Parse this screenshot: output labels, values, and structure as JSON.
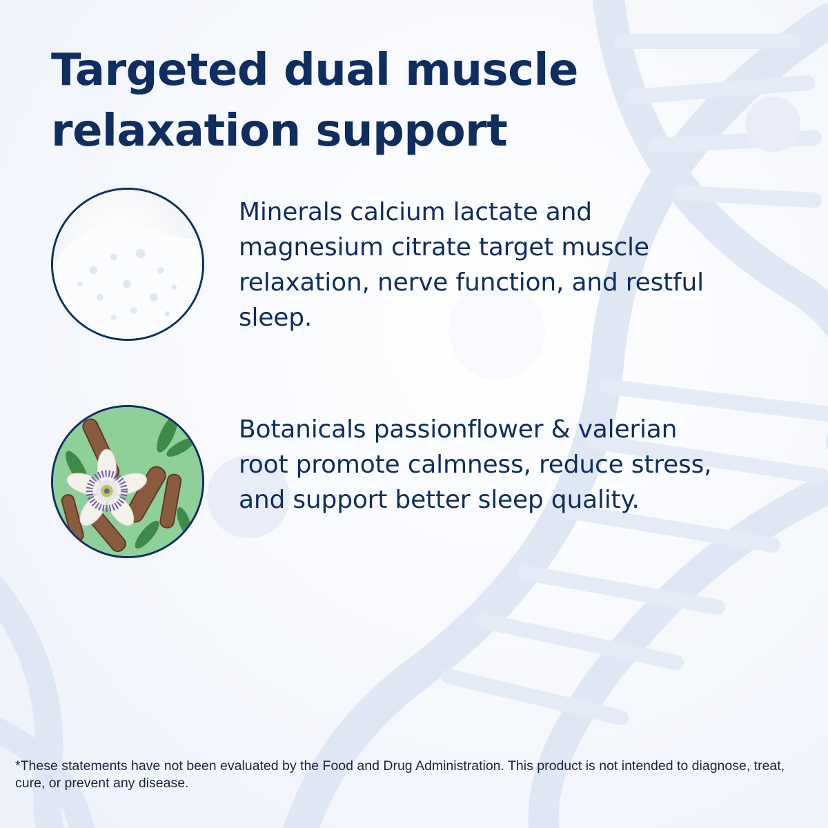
{
  "headline": "Targeted dual muscle relaxation support",
  "features": [
    {
      "image": "calcium-magnesium-powder",
      "text": "Minerals calcium lactate and magnesium citrate target muscle relaxation, nerve function, and restful sleep."
    },
    {
      "image": "passionflower-valerian-root",
      "text": "Botanicals passionflower & valerian root promote calmness, reduce stress, and support better sleep quality."
    }
  ],
  "disclaimer": "*These statements have not been evaluated by the Food and Drug Administration. This product is not intended to diagnose, treat, cure, or prevent any disease.",
  "colors": {
    "text": "#0f2d5f",
    "background": "#f4f7fc",
    "powder": "#ffffff",
    "leaf_background": "#8fcf9a"
  }
}
